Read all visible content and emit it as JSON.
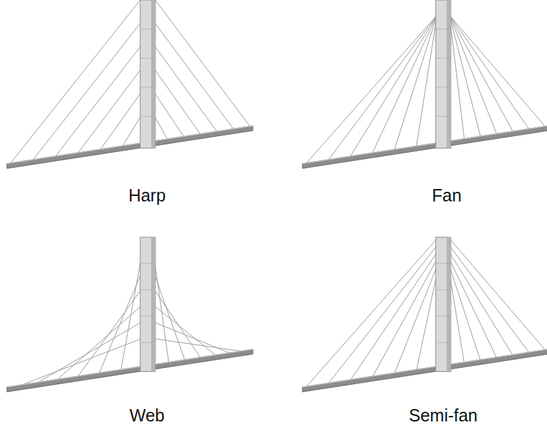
{
  "diagram": {
    "labels": [
      "Harp",
      "Fan",
      "Web",
      "Semi-fan"
    ]
  }
}
